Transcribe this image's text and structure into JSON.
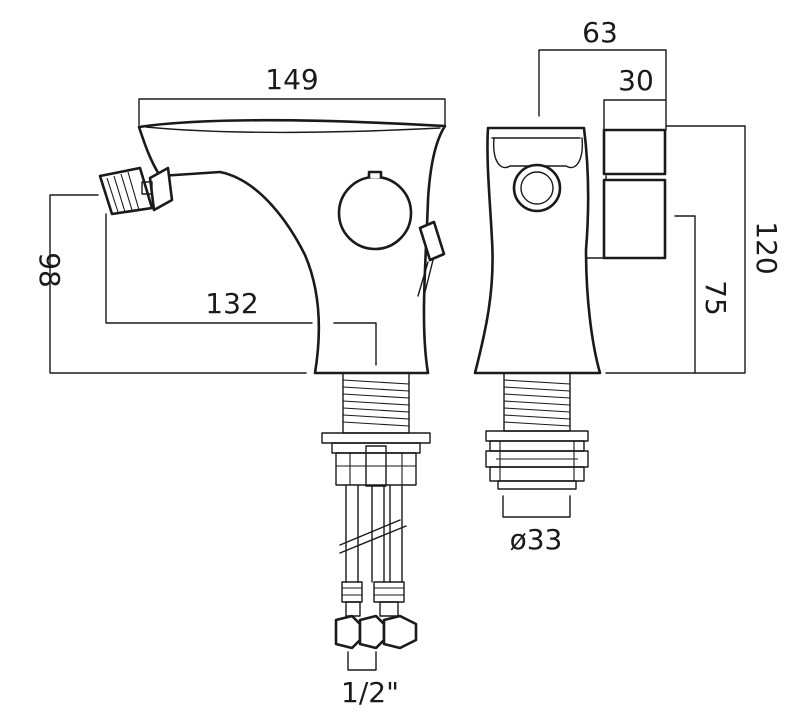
{
  "dimensions": {
    "side_width": "149",
    "side_height": "98",
    "side_spout_reach": "132",
    "front_depth": "63",
    "front_handle": "30",
    "front_height": "120",
    "front_spout_height": "75",
    "base_diameter": "ø33",
    "connector": "1/2\""
  },
  "colors": {
    "line": "#1a1a1a",
    "background": "#ffffff"
  }
}
